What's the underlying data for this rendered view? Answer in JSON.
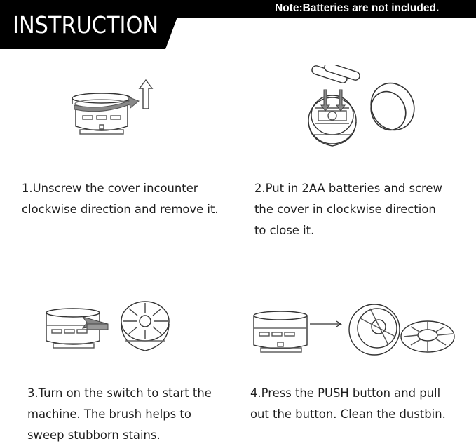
{
  "header": {
    "title": "INSTRUCTION",
    "note": "Note:Batteries are not included."
  },
  "steps": [
    {
      "lines": [
        "1.Unscrew the cover incounter",
        "clockwise direction and remove it."
      ]
    },
    {
      "lines": [
        "2.Put in 2AA batteries and screw",
        "the cover in clockwise direction",
        "to close it."
      ]
    },
    {
      "lines": [
        "3.Turn on the switch to start the",
        "machine. The brush helps to",
        "sweep stubborn stains."
      ]
    },
    {
      "lines": [
        "4.Press the PUSH button and pull",
        "out the button. Clean the dustbin."
      ]
    }
  ]
}
